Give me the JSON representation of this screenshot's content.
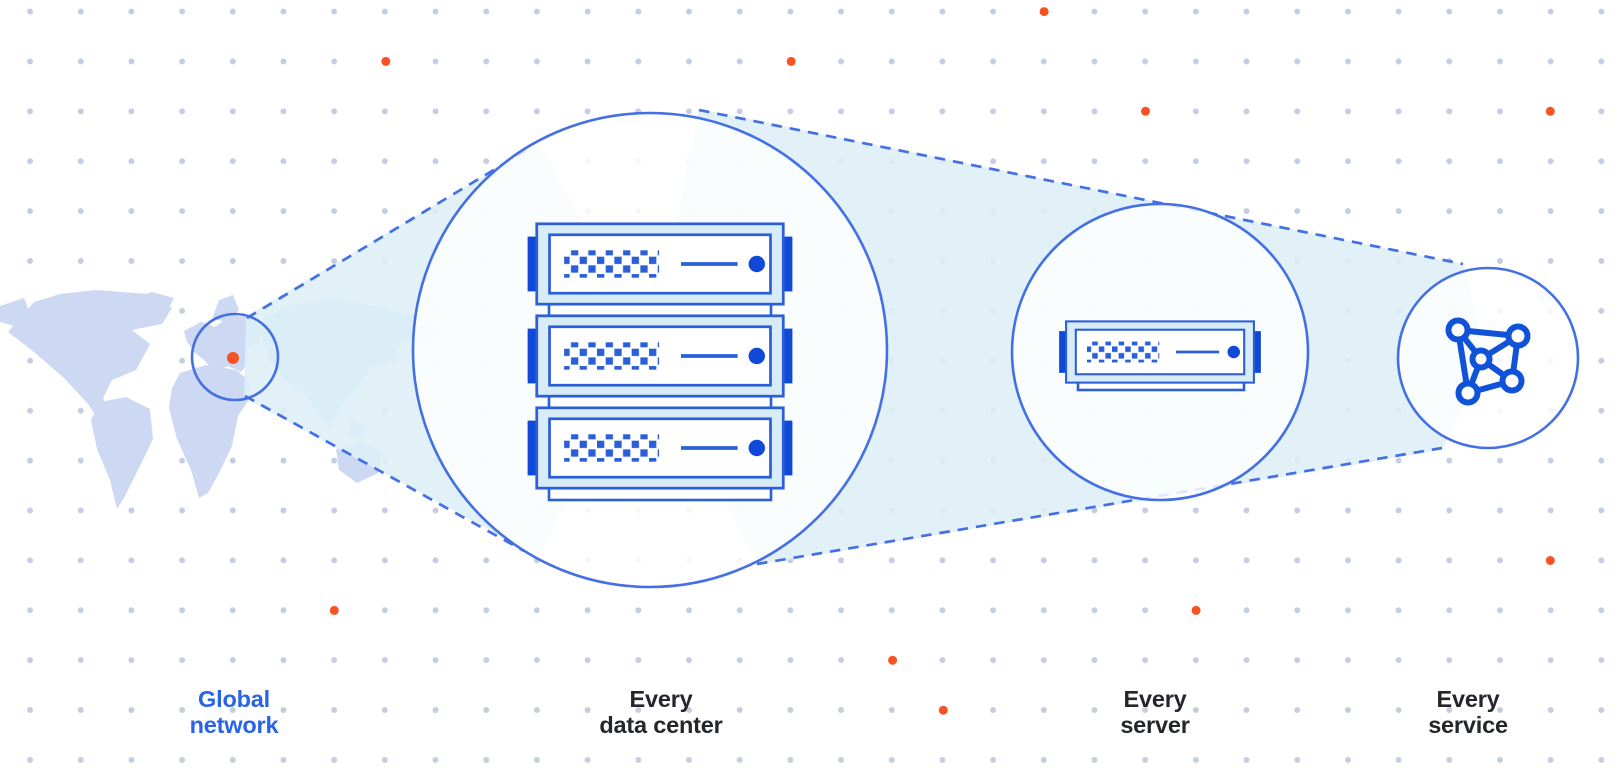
{
  "stages": [
    {
      "id": "global-network",
      "label": "Global\nnetwork",
      "icon": "world-map-zoom-circle",
      "accent": "blue"
    },
    {
      "id": "every-data-center",
      "label": "Every\ndata center",
      "icon": "server-rack-3u",
      "accent": "dark"
    },
    {
      "id": "every-server",
      "label": "Every\nserver",
      "icon": "server-1u",
      "accent": "dark"
    },
    {
      "id": "every-service",
      "label": "Every\nservice",
      "icon": "network-mesh",
      "accent": "dark"
    }
  ],
  "colors": {
    "blue": "#4470e4",
    "blue-mid": "#2b5fd8",
    "blue-dark": "#1049d8",
    "mesh-blue": "#1153d8",
    "cyan": "#ddeff6",
    "server-fill": "#d8ecf7",
    "map": "#cdd9f2",
    "dot": "#c5cde0",
    "orange": "#f95222",
    "text-dark": "#24262c",
    "text-blue": "#2964e6",
    "bg": "#ffffff"
  }
}
